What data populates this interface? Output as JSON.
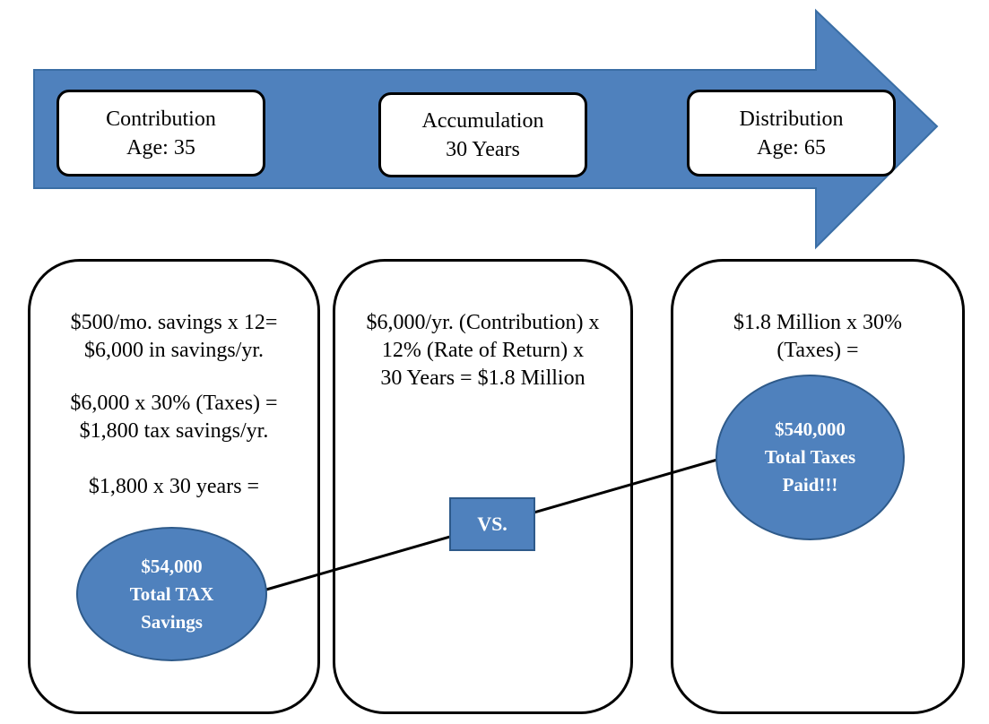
{
  "colors": {
    "arrow_fill": "#4f81bd",
    "arrow_stroke": "#3a6ea5",
    "circle_fill": "#4f81bd",
    "circle_stroke": "#2e5a8a",
    "connector": "#000000"
  },
  "stages": [
    {
      "line1": "Contribution",
      "line2": "Age: 35"
    },
    {
      "line1": "Accumulation",
      "line2": "30 Years"
    },
    {
      "line1": "Distribution",
      "line2": "Age: 65"
    }
  ],
  "panels": {
    "contribution": {
      "lines": [
        "$500/mo. savings x 12=",
        "$6,000 in savings/yr.",
        "$6,000 x 30% (Taxes) =",
        "$1,800 tax savings/yr.",
        "$1,800 x 30 years ="
      ],
      "result": [
        "$54,000",
        "Total TAX",
        "Savings"
      ]
    },
    "accumulation": {
      "lines": [
        "$6,000/yr. (Contribution) x",
        "12% (Rate of Return) x",
        "30 Years = $1.8 Million"
      ]
    },
    "distribution": {
      "lines": [
        "$1.8 Million x 30%",
        "(Taxes) ="
      ],
      "result": [
        "$540,000",
        "Total Taxes",
        "Paid!!!"
      ]
    }
  },
  "comparison": {
    "label": "VS."
  }
}
